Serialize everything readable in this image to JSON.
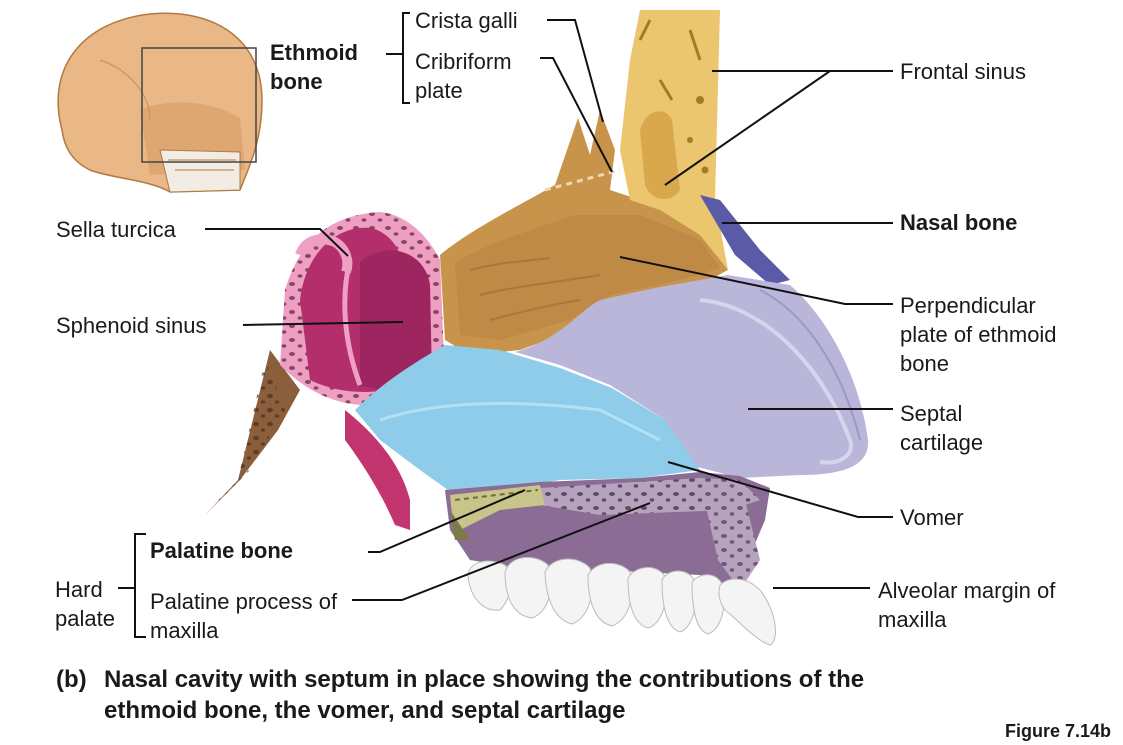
{
  "labels": {
    "ethmoid_bone": "Ethmoid bone",
    "crista_galli": "Crista galli",
    "cribriform_plate": "Cribriform plate",
    "frontal_sinus": "Frontal sinus",
    "sella_turcica": "Sella turcica",
    "nasal_bone": "Nasal bone",
    "sphenoid_sinus": "Sphenoid sinus",
    "perpendicular_plate": "Perpendicular plate of ethmoid bone",
    "septal_cartilage": "Septal cartilage",
    "vomer": "Vomer",
    "palatine_bone": "Palatine bone",
    "hard_palate": "Hard palate",
    "palatine_process": "Palatine process of maxilla",
    "alveolar_margin": "Alveolar margin of maxilla"
  },
  "caption": {
    "prefix": "(b)",
    "line1": "Nasal cavity with septum in place showing the contributions of the",
    "line2": "ethmoid bone, the vomer, and septal cartilage"
  },
  "figure_number": "Figure 7.14b",
  "colors": {
    "ethmoid": "#c8934a",
    "frontal": "#ecc66e",
    "nasal_bone": "#5a5aa6",
    "septal_cartilage": "#b9b6da",
    "vomer": "#8eccea",
    "sphenoid_sinus": "#b22f6c",
    "sphenoid_wall": "#ef9fc3",
    "palatine": "#9e9a5a",
    "maxilla": "#8a6c95",
    "teeth": "#f4f4f4",
    "occipital": "#8b5e3c"
  }
}
